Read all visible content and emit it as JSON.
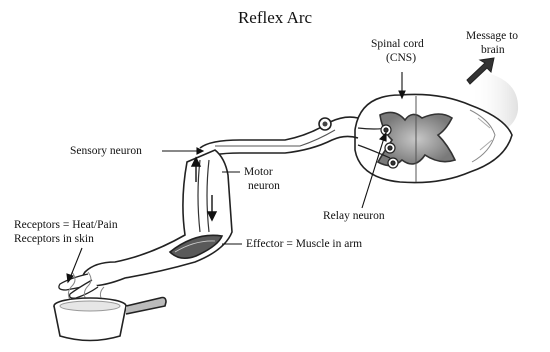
{
  "title": "Reflex Arc",
  "labels": {
    "spinal_cord": "Spinal cord",
    "cns": "(CNS)",
    "message_line1": "Message to",
    "message_line2": "brain",
    "sensory_neuron": "Sensory neuron",
    "motor_line1": "Motor",
    "motor_line2": "neuron",
    "relay_neuron": "Relay neuron",
    "effector": "Effector = Muscle in arm",
    "receptors_line1": "Receptors = Heat/Pain",
    "receptors_line2": "Receptors in skin"
  }
}
